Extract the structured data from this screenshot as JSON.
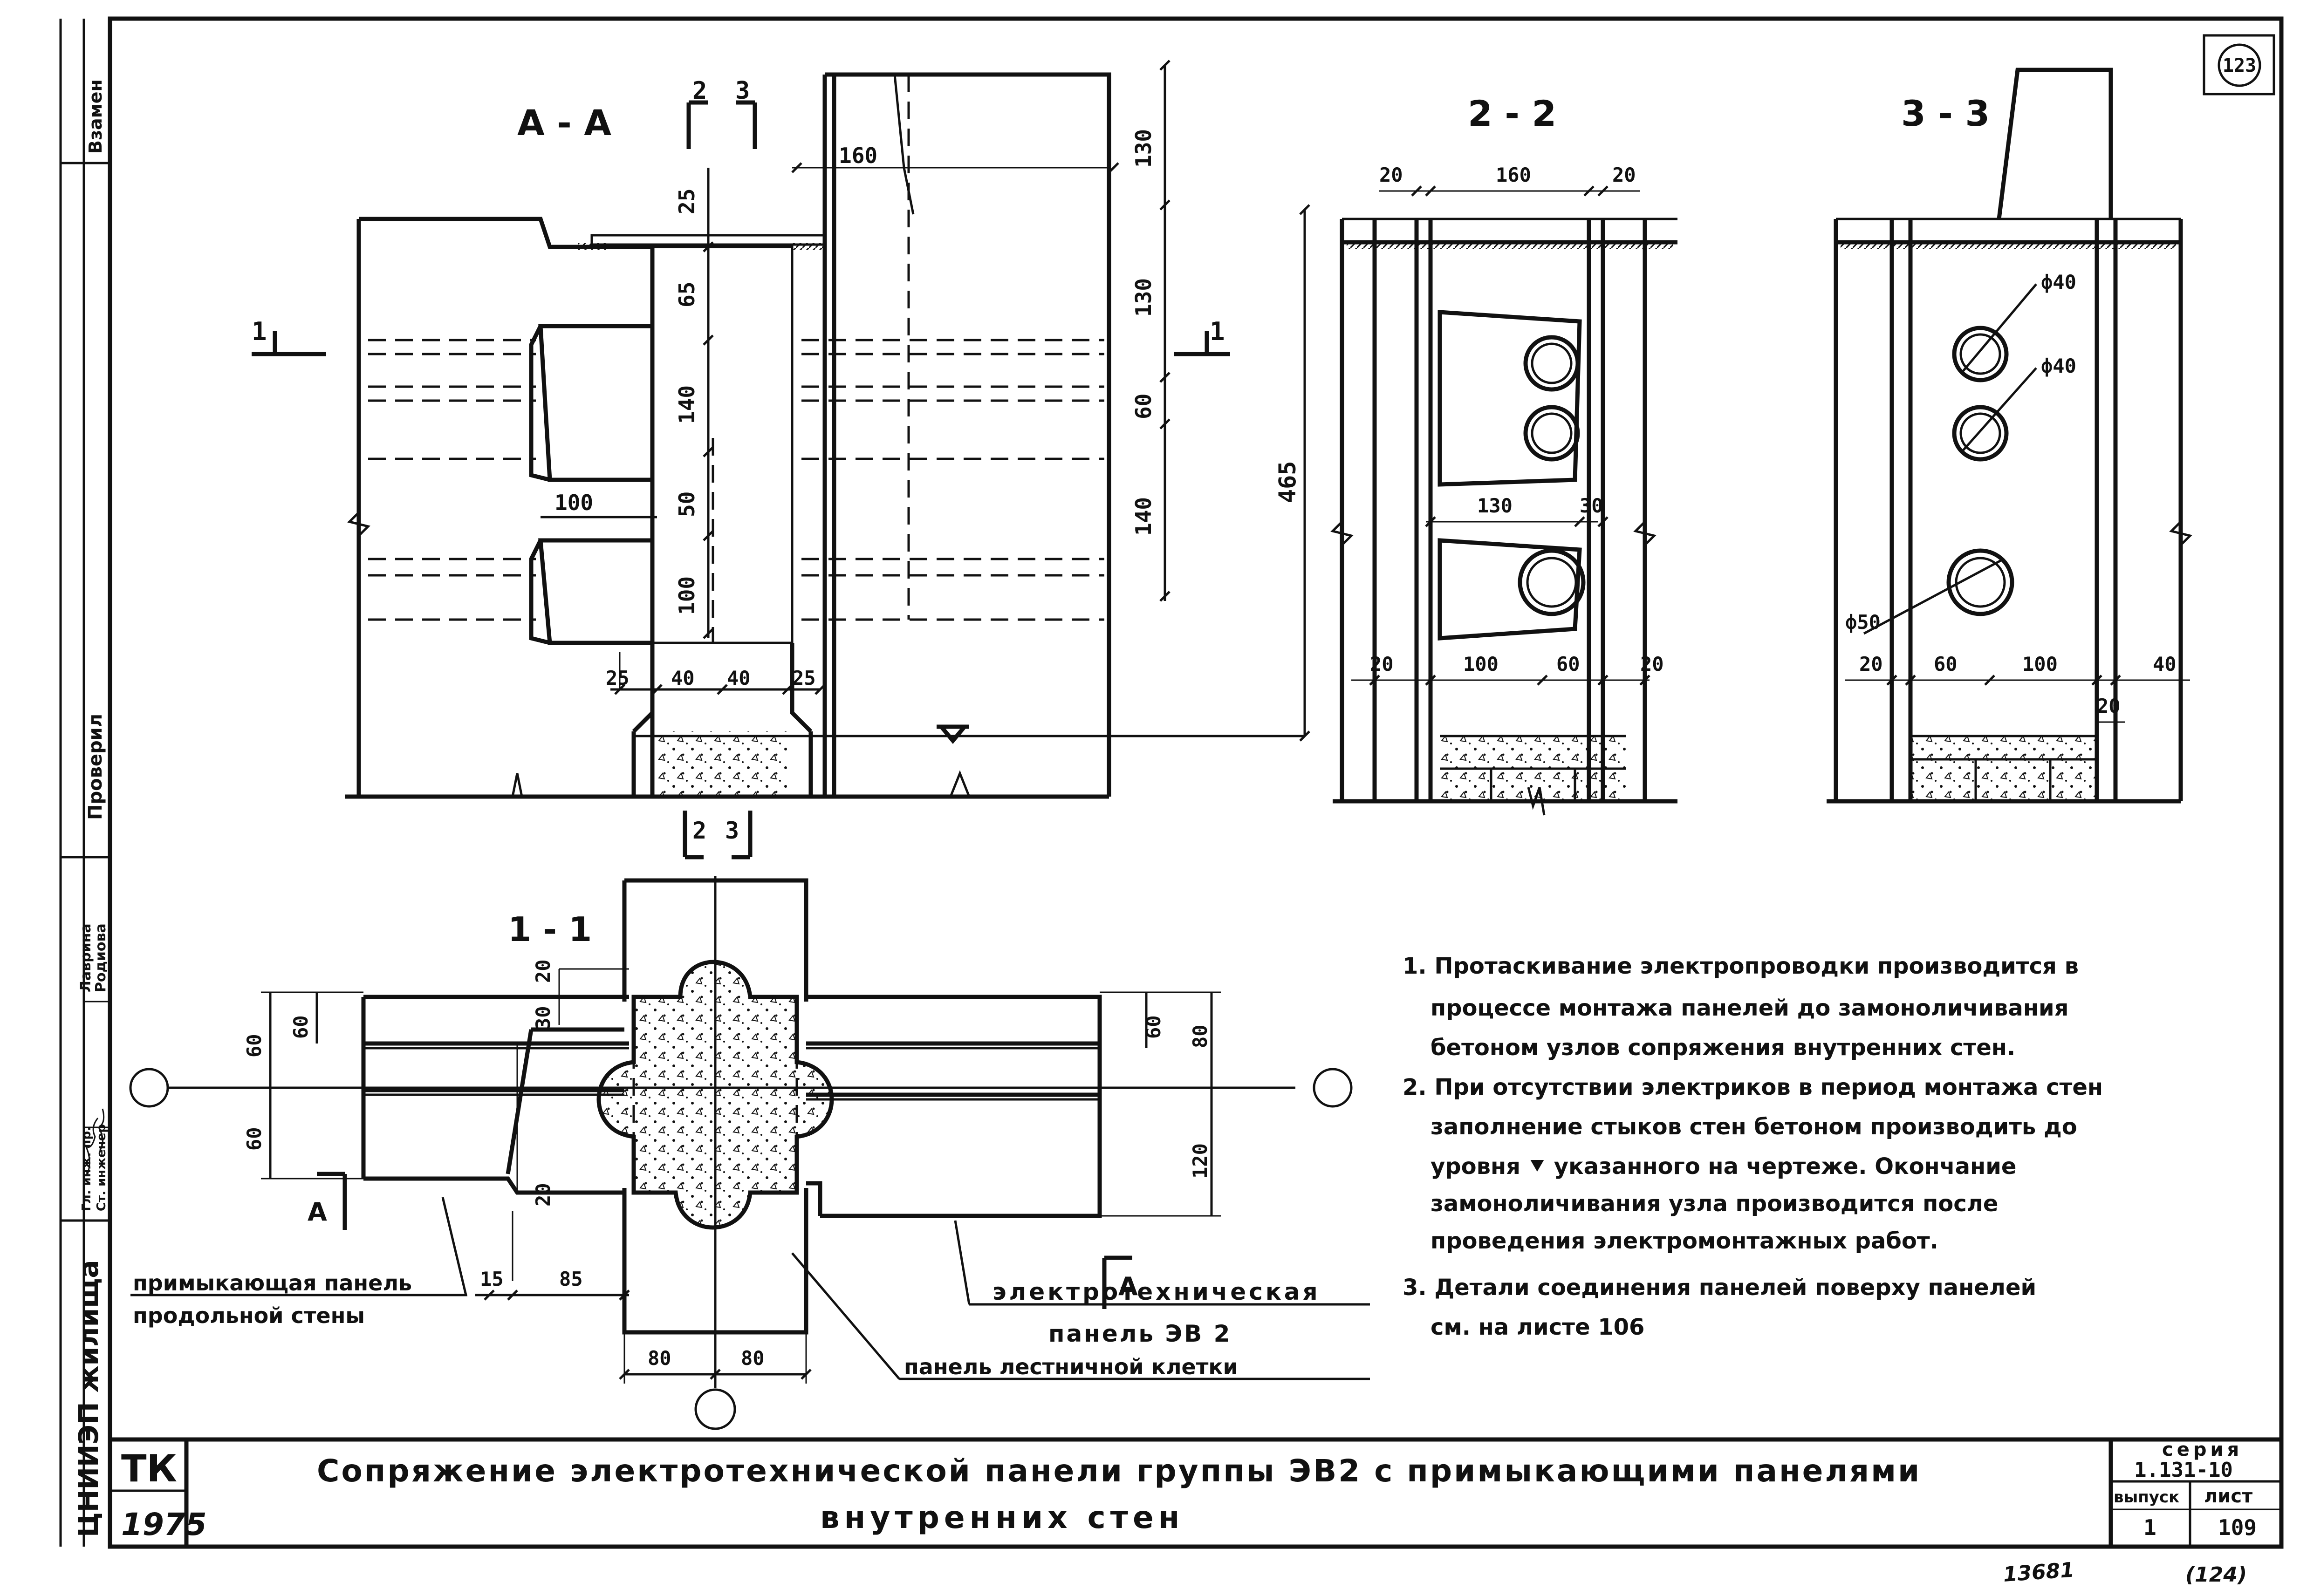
{
  "stamp": {
    "vzamen": "Взамен",
    "proveril": "Проверил",
    "gl_inzh": "Гл. инж. пр.",
    "st_inzh": "Ст. инженер",
    "name_1": "Лаврина",
    "name_2": "Родиова",
    "org": "ЦНИИЭП жилища",
    "tk": "ТК",
    "year": "1975"
  },
  "sheet_number": "123",
  "views": {
    "aa": {
      "title": "А - А",
      "cut_2": "2",
      "cut_3": "3",
      "cut_1": "1",
      "dims": [
        "160",
        "130",
        "25",
        "65",
        "130",
        "140",
        "60",
        "100",
        "50",
        "140",
        "100",
        "25",
        "40",
        "40",
        "25",
        "465"
      ]
    },
    "s22": {
      "title": "2 - 2",
      "dims": [
        "20",
        "160",
        "20",
        "130",
        "30",
        "20",
        "100",
        "60",
        "20"
      ]
    },
    "s33": {
      "title": "3 - 3",
      "dims": [
        "ф40",
        "ф40",
        "ф50",
        "20",
        "60",
        "100",
        "40",
        "20"
      ]
    },
    "s11": {
      "title": "1 - 1",
      "cut_2": "2",
      "cut_3": "3",
      "cut_a": "А",
      "dims_left": [
        "20",
        "60",
        "30",
        "60",
        "60",
        "20"
      ],
      "dims_right": [
        "60",
        "80",
        "120"
      ],
      "dims_bottom": [
        "15",
        "85",
        "80",
        "80"
      ]
    }
  },
  "labels": {
    "adjoining_panel_1": "примыкающая панель",
    "adjoining_panel_2": "продольной стены",
    "electro_panel_1": "электротехническая",
    "electro_panel_2": "панель ЭВ 2",
    "stair_panel": "панель лестничной клетки"
  },
  "notes": [
    [
      "1. Протаскивание электропроводки производится в",
      "процессе монтажа панелей до замоноличивания",
      "бетоном узлов сопряжения внутренних стен."
    ],
    [
      "2. При отсутствии электриков в период монтажа стен",
      "заполнение стыков стен бетоном производить до",
      "уровня ⯆ указанного на чертеже. Окончание",
      "замоноличивания узла производится после",
      "проведения электромонтажных работ."
    ],
    [
      "3. Детали соединения панелей поверху панелей",
      "см. на листе 106"
    ]
  ],
  "title_block": {
    "title_line1": "Сопряжение электротехнической панели группы ЭВ2 с примыкающими панелями",
    "title_line2": "внутренних стен",
    "seria_label": "серия",
    "seria": "1.131-10",
    "vypusk_label": "выпуск",
    "vypusk": "1",
    "list_label": "лист",
    "list": "109"
  },
  "handwritten": {
    "inventory": "13681",
    "page": "(124)"
  }
}
